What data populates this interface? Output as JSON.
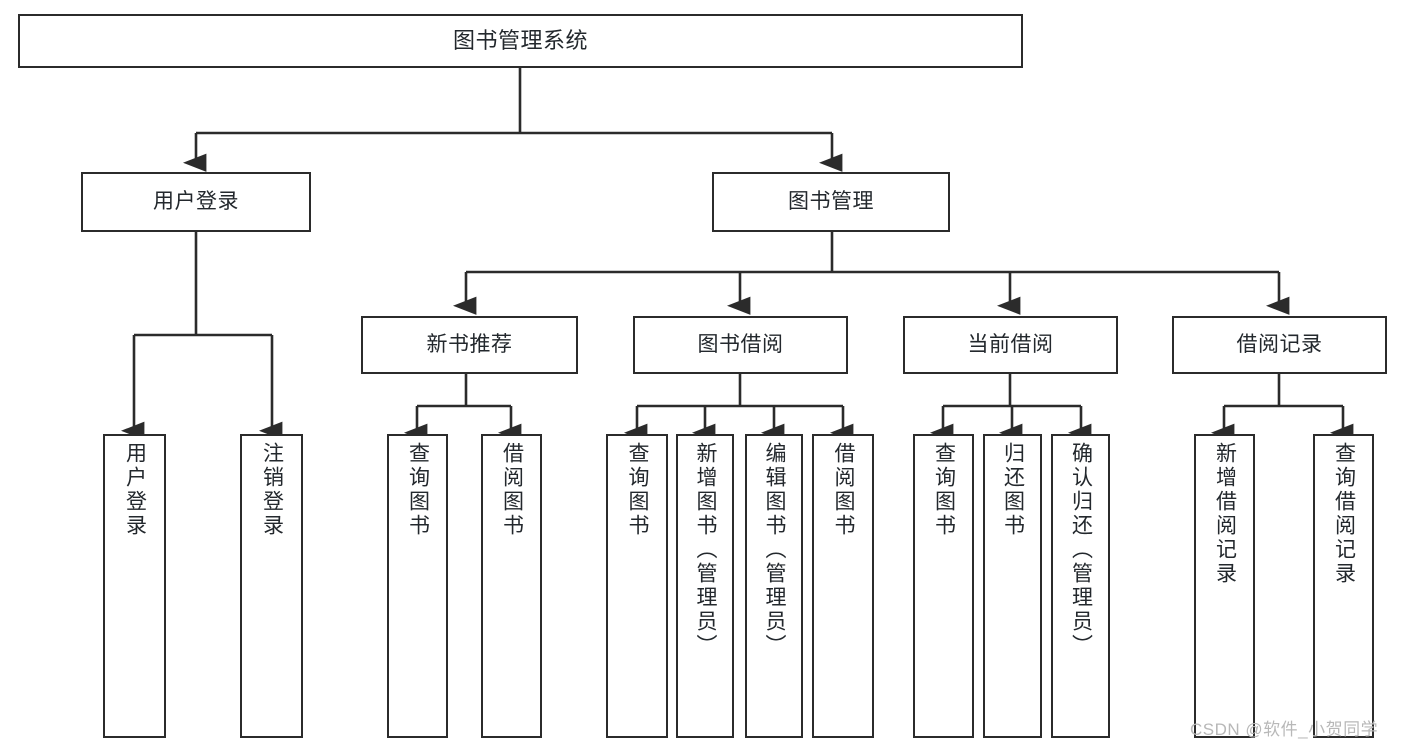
{
  "diagram": {
    "title": "图书管理系统",
    "type": "tree-hierarchy-chart",
    "colors": {
      "node_border": "#2b2b2b",
      "node_fill": "#ffffff",
      "edge": "#2b2b2b",
      "text": "#23282d",
      "watermark": "#b8b8b8",
      "background": "#ffffff"
    },
    "levels": [
      {
        "level": 1,
        "nodes": [
          {
            "id": "root",
            "label": "图书管理系统"
          }
        ]
      },
      {
        "level": 2,
        "nodes": [
          {
            "id": "login",
            "label": "用户登录"
          },
          {
            "id": "bookmgmt",
            "label": "图书管理"
          }
        ]
      },
      {
        "level": 3,
        "nodes": [
          {
            "id": "newbook",
            "label": "新书推荐"
          },
          {
            "id": "borrow",
            "label": "图书借阅"
          },
          {
            "id": "current",
            "label": "当前借阅"
          },
          {
            "id": "records",
            "label": "借阅记录"
          }
        ]
      },
      {
        "level": 4,
        "nodes": [
          {
            "id": "leaf-1",
            "label": "用户登录",
            "parent": "login"
          },
          {
            "id": "leaf-2",
            "label": "注销登录",
            "parent": "login"
          },
          {
            "id": "leaf-3",
            "label": "查询图书",
            "parent": "newbook"
          },
          {
            "id": "leaf-4",
            "label": "借阅图书",
            "parent": "newbook"
          },
          {
            "id": "leaf-5",
            "label": "查询图书",
            "parent": "borrow"
          },
          {
            "id": "leaf-6",
            "label": "新增图书（管理员）",
            "parent": "borrow"
          },
          {
            "id": "leaf-7",
            "label": "编辑图书（管理员）",
            "parent": "borrow"
          },
          {
            "id": "leaf-8",
            "label": "借阅图书",
            "parent": "borrow"
          },
          {
            "id": "leaf-9",
            "label": "查询图书",
            "parent": "current"
          },
          {
            "id": "leaf-10",
            "label": "归还图书",
            "parent": "current"
          },
          {
            "id": "leaf-11",
            "label": "确认归还（管理员）",
            "parent": "current"
          },
          {
            "id": "leaf-12",
            "label": "新增借阅记录",
            "parent": "records"
          },
          {
            "id": "leaf-13",
            "label": "查询借阅记录",
            "parent": "records"
          }
        ]
      }
    ]
  },
  "watermark": {
    "text": "CSDN @软件_小贺同学"
  }
}
